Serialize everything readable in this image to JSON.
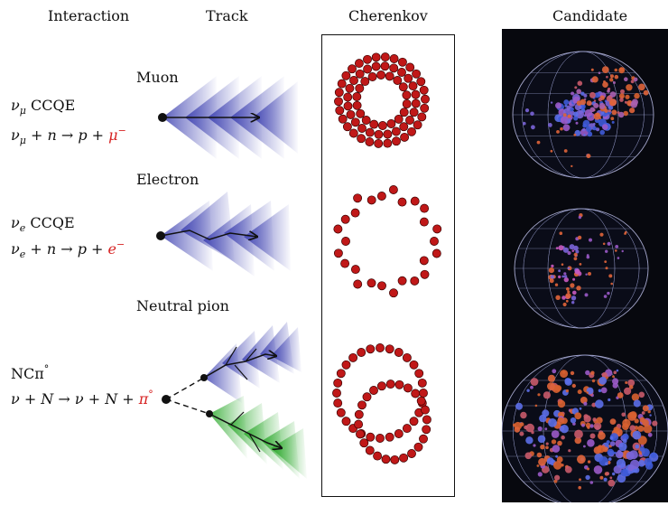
{
  "headers": {
    "interaction": "Interaction",
    "track": "Track",
    "cherenkov": "Cherenkov",
    "candidate": "Candidate"
  },
  "rows": [
    {
      "track_label": "Muon",
      "interaction_name": {
        "nu": "ν",
        "flavor": "μ",
        "label": "CCQE"
      },
      "reaction": {
        "lhs": "ν",
        "lhs_sub": "μ",
        "middle": " + n → p + ",
        "product": "μ",
        "product_sup": "−"
      },
      "cherenkov_pattern": "filled-ring"
    },
    {
      "track_label": "Electron",
      "interaction_name": {
        "nu": "ν",
        "flavor": "e",
        "label": "CCQE"
      },
      "reaction": {
        "lhs": "ν",
        "lhs_sub": "e",
        "middle": " + n → p + ",
        "product": "e",
        "product_sup": "−"
      },
      "cherenkov_pattern": "fuzzy-ring"
    },
    {
      "track_label": "Neutral pion",
      "interaction_name": {
        "base": "NCπ",
        "sup": "°"
      },
      "reaction": {
        "text": "ν + N → ν + N + ",
        "product": "π",
        "product_sup": "°"
      },
      "cherenkov_pattern": "two-rings"
    }
  ],
  "colors": {
    "mu_cone": "#3b3fb0",
    "e_cone": "#3b3fb0",
    "gamma_cone": "#2aa82a",
    "cherenkov_dot": "#c01818",
    "particle_red": "#d62020",
    "candidate_bg": "#07080e"
  }
}
